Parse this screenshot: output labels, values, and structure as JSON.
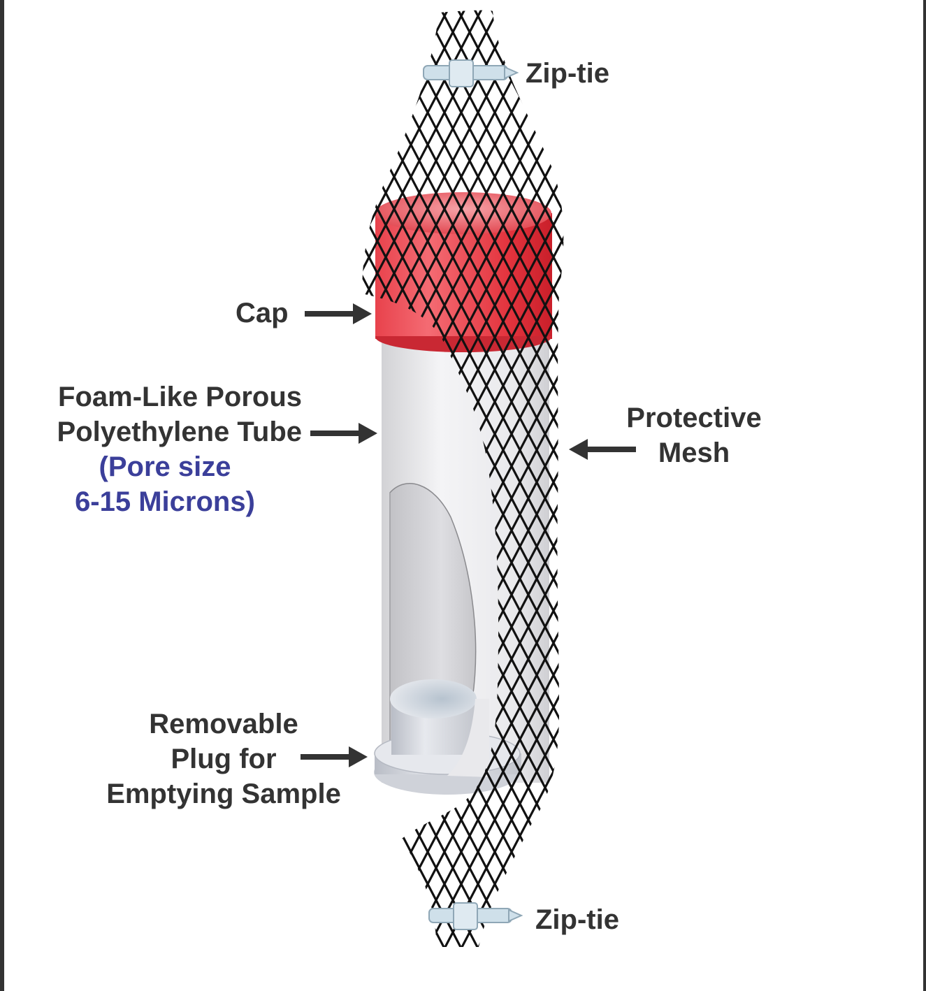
{
  "labels": {
    "zip_tie_top": "Zip-tie",
    "zip_tie_bottom": "Zip-tie",
    "cap": "Cap",
    "tube_line1": "Foam-Like Porous",
    "tube_line2": "Polyethylene Tube",
    "pore_line1": "(Pore size",
    "pore_line2": "6-15 Microns)",
    "mesh_line1": "Protective",
    "mesh_line2": "Mesh",
    "plug_line1": "Removable",
    "plug_line2": "Plug for",
    "plug_line3": "Emptying Sample"
  },
  "colors": {
    "text": "#333333",
    "pore_text": "#3b3f9a",
    "cap": "#e8303a",
    "tube": "#e6e6e8",
    "mesh": "#111111",
    "zip_tie": "#cfe0ea"
  }
}
